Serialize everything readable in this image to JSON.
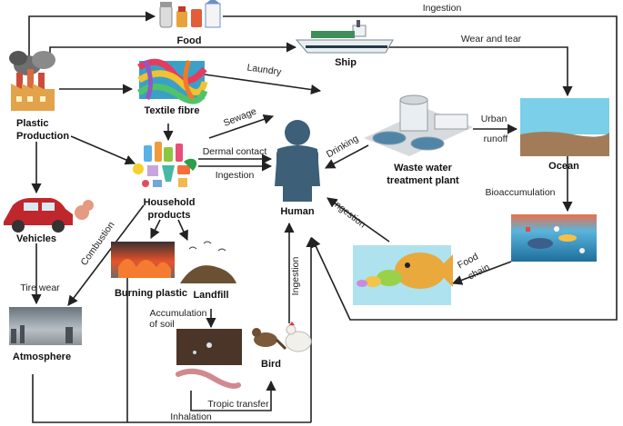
{
  "nodes": {
    "food": "Food",
    "ship": "Ship",
    "plastic_production": [
      "Plastic",
      "Production"
    ],
    "textile_fibre": "Textile fibre",
    "household_products": [
      "Household",
      "products"
    ],
    "human": "Human",
    "waste_water": [
      "Waste water",
      "treatment plant"
    ],
    "ocean": "Ocean",
    "vehicles": "Vehicles",
    "atmosphere": "Atmosphere",
    "burning_plastic": "Burning plastic",
    "landfill": "Landfill",
    "bird": "Bird"
  },
  "edges": {
    "ingestion_top": "Ingestion",
    "wear_and_tear": "Wear and tear",
    "laundry": "Laundry",
    "sewage": "Sewage",
    "dermal_contact": "Dermal contact",
    "ingestion_household": "Ingestion",
    "drinking": "Drinking",
    "urban_runoff": [
      "Urban",
      "runoff"
    ],
    "bioaccumulation": "Bioaccumulation",
    "ingestion_fish": "Ingestion",
    "food_chain": [
      "Food",
      "chain"
    ],
    "combustion": "Combustion",
    "tire_wear": "Tire wear",
    "accumulation_of_soil": [
      "Accumulation",
      "of soil"
    ],
    "ingestion_bird": "Ingestion",
    "tropic_transfer": "Tropic transfer",
    "inhalation": "Inhalation"
  },
  "colors": {
    "human": "#3d5f78",
    "ocean_water": "#7ccfe8",
    "ocean_sediment": "#a27c58",
    "fire": "#e8532a",
    "soil": "#4a3528",
    "fish": "#e9a93c"
  }
}
